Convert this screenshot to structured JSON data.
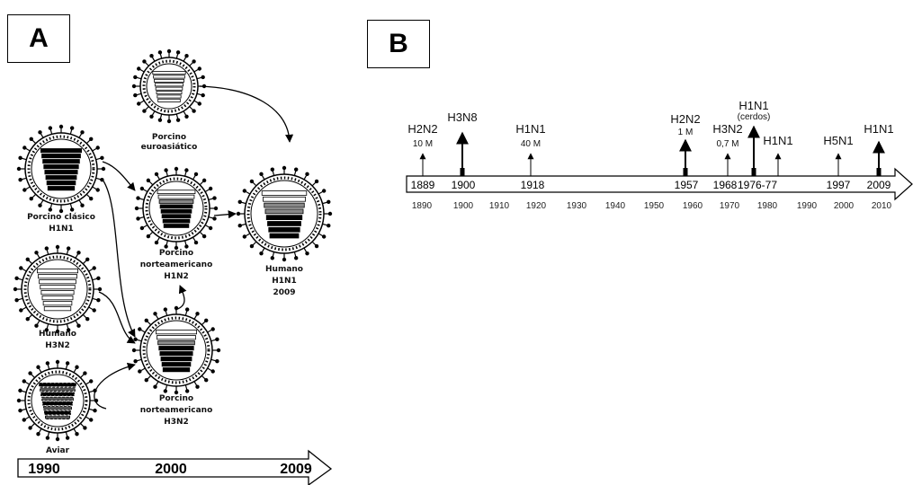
{
  "panel_a": {
    "label": "A",
    "viruses": {
      "euroasiatico": [
        "Porcino",
        "euroasiático"
      ],
      "clasico": [
        "Porcino clásico",
        "H1N1"
      ],
      "norteamericano_h1n2": [
        "Porcino",
        "norteamericano",
        "H1N2"
      ],
      "humano_2009": [
        "Humano",
        "H1N1",
        "2009"
      ],
      "humano_h3n2": [
        "Humano",
        "H3N2"
      ],
      "norteamericano_h3n2": [
        "Porcino",
        "norteamericano",
        "H3N2"
      ],
      "aviar": [
        "Aviar"
      ]
    },
    "timeline": [
      "1990",
      "2000",
      "2009"
    ]
  },
  "panel_b": {
    "label": "B",
    "events": [
      {
        "subtype": "H2N2",
        "note": "10 M",
        "year": "1889"
      },
      {
        "subtype": "H3N8",
        "note": "",
        "year": "1900"
      },
      {
        "subtype": "H1N1",
        "note": "40 M",
        "year": "1918"
      },
      {
        "subtype": "H2N2",
        "note": "1 M",
        "year": "1957"
      },
      {
        "subtype": "H3N2",
        "note": "0,7 M",
        "year": "1968"
      },
      {
        "subtype": "H1N1",
        "note": "(cerdos)",
        "year": "1976-77"
      },
      {
        "subtype": "H1N1",
        "note": "",
        "year": ""
      },
      {
        "subtype": "H5N1",
        "note": "",
        "year": "1997"
      },
      {
        "subtype": "H1N1",
        "note": "",
        "year": "2009"
      }
    ],
    "axis_ticks": [
      "1890",
      "1900",
      "1910",
      "1920",
      "1930",
      "1940",
      "1950",
      "1960",
      "1970",
      "1980",
      "1990",
      "2000",
      "2010"
    ]
  }
}
